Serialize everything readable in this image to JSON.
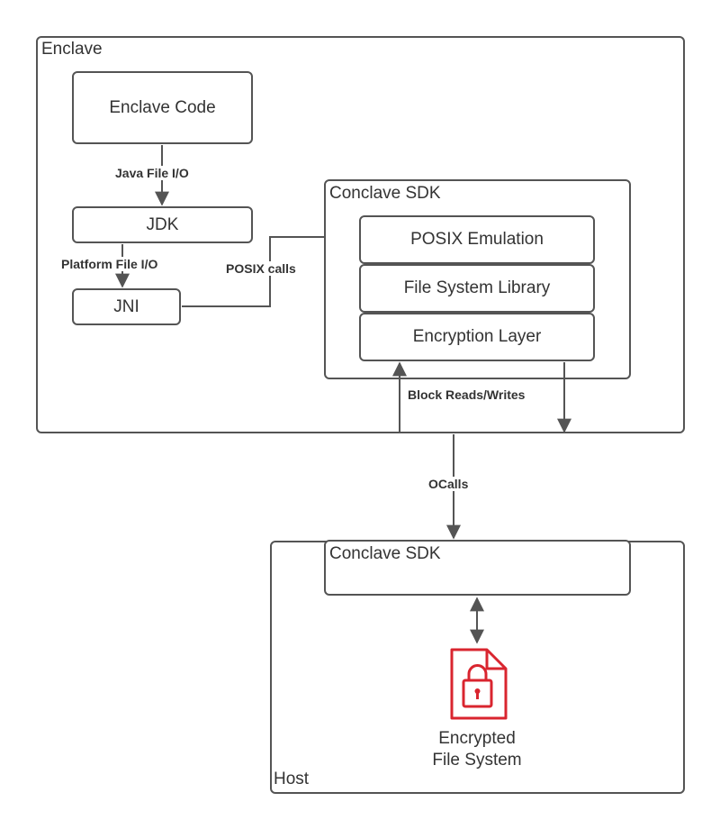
{
  "enclave": {
    "label": "Enclave",
    "enclave_code": "Enclave Code",
    "jdk": "JDK",
    "jni": "JNI",
    "java_file_io": "Java File I/O",
    "platform_file_io": "Platform File I/O",
    "posix_calls": "POSIX calls",
    "sdk": {
      "label": "Conclave SDK",
      "layers": [
        "POSIX Emulation",
        "File System Library",
        "Encryption Layer"
      ]
    },
    "block_rw": "Block Reads/Writes"
  },
  "ocalls": "OCalls",
  "host": {
    "label": "Host",
    "sdk_label": "Conclave SDK",
    "file_line1": "Encrypted",
    "file_line2": "File System",
    "file_icon": "encrypted-file-lock-icon",
    "file_icon_color": "#d9252f"
  },
  "colors": {
    "line": "#545454",
    "text": "#333333"
  }
}
